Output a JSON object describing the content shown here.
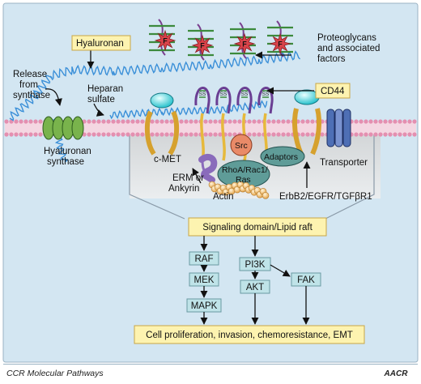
{
  "labels": {
    "hyaluronan": "Hyaluronan",
    "release_1": "Release",
    "release_2": "from",
    "release_3": "synthase",
    "proteoglycans_1": "Proteoglycans",
    "proteoglycans_2": "and associated",
    "proteoglycans_3": "factors",
    "heparan_1": "Heparan",
    "heparan_2": "sulfate",
    "cd44": "CD44",
    "hyaluronan_synthase_1": "Hyaluronan",
    "hyaluronan_synthase_2": "synthase",
    "cmet": "c-MET",
    "src": "Src",
    "adaptors": "Adaptors",
    "rho_1": "RhoA/Rac1/",
    "rho_2": "Ras",
    "transporter": "Transporter",
    "erm_1": "ERM or",
    "erm_2": "Ankyrin",
    "actin": "Actin",
    "erbb2": "ErbB2/EGFR/TGFβR1",
    "factor_letter": "F",
    "ss": "SS"
  },
  "signaling": {
    "domain": "Signaling domain/Lipid raft",
    "raf": "RAF",
    "mek": "MEK",
    "mapk": "MAPK",
    "pi3k": "PI3K",
    "akt": "AKT",
    "fak": "FAK",
    "outcome": "Cell proliferation, invasion, chemoresistance, EMT"
  },
  "footer": {
    "left": "CCR Molecular Pathways",
    "logo": "AACR"
  },
  "colors": {
    "background": "#d3e6f2",
    "label_box": "#fdf3b0",
    "box_border": "#c8a646",
    "membrane_head": "#e48fb0",
    "proteoglycan": "#7a3f8f",
    "factor_star": "#d9434a",
    "hyaluronan_chain": "#3a8fd8"
  }
}
